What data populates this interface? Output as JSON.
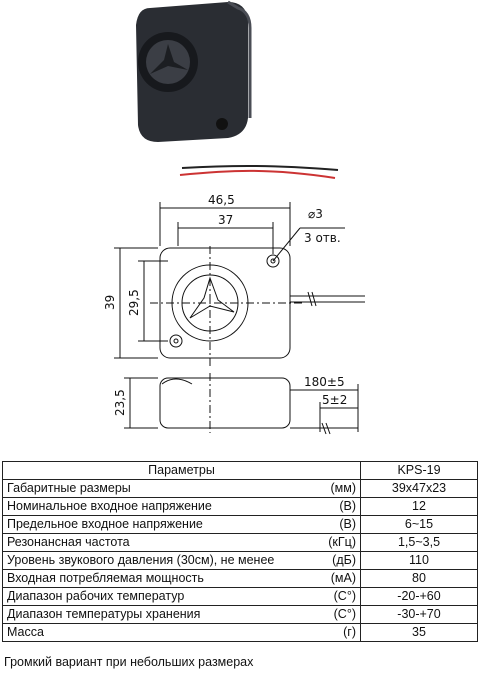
{
  "drawing": {
    "dim_width_overall": "46,5",
    "dim_width_inner": "37",
    "dim_height_overall": "39",
    "dim_height_inner": "29,5",
    "dim_hole_diameter": "⌀3",
    "dim_hole_count": "3 отв.",
    "dim_depth": "23,5",
    "dim_wire_length": "180±5",
    "dim_strip_length": "5±2"
  },
  "table": {
    "headers": {
      "parameter": "Параметры",
      "model": "KPS-19"
    },
    "rows": [
      {
        "name": "Габаритные размеры",
        "unit": "(мм)",
        "value": "39х47х23"
      },
      {
        "name": "Номинальное входное напряжение",
        "unit": "(В)",
        "value": "12"
      },
      {
        "name": "Предельное входное напряжение",
        "unit": "(В)",
        "value": "6~15"
      },
      {
        "name": "Резонансная частота",
        "unit": "(кГц)",
        "value": "1,5~3,5"
      },
      {
        "name": "Уровень звукового давления (30см), не менее",
        "unit": "(дБ)",
        "value": "110"
      },
      {
        "name": "Входная потребляемая мощность",
        "unit": "(мА)",
        "value": "80"
      },
      {
        "name": "Диапазон рабочих температур",
        "unit": "(C°)",
        "value": "-20-+60"
      },
      {
        "name": "Диапазон температуры хранения",
        "unit": "(C°)",
        "value": "-30-+70"
      },
      {
        "name": "Масса",
        "unit": "(г)",
        "value": "35"
      }
    ]
  },
  "footer": {
    "text": "Громкий вариант при небольших размерах"
  }
}
